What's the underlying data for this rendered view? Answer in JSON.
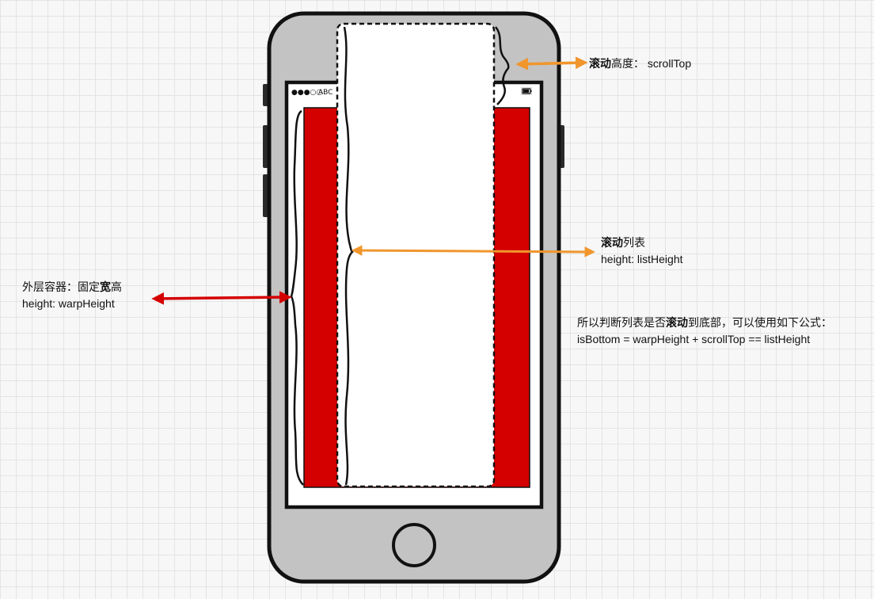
{
  "phone": {
    "status_bar": {
      "signal_text": "●●●○○",
      "carrier": "ABC",
      "battery_icon": "battery-icon"
    },
    "colors": {
      "body": "#c3c3c3",
      "outline": "#111111",
      "wrap_container": "#d40000",
      "list": "#ffffff",
      "arrow_orange": "#f0962d",
      "arrow_red": "#d40000"
    }
  },
  "annotations": {
    "scroll_top": {
      "bold": "滚动",
      "text": "高度： scrollTop"
    },
    "list": {
      "bold": "滚动",
      "text": "列表",
      "line2": "height: listHeight"
    },
    "wrap": {
      "line1_a": "外层容器：固定",
      "line1_b": "宽",
      "line1_c": "高",
      "line2": "height: warpHeight"
    },
    "formula": {
      "line1_a": "所以判断列表是否",
      "line1_b": "滚动",
      "line1_c": "到底部，可以使用如下公式：",
      "line2": "isBottom = warpHeight + scrollTop  == listHeight"
    }
  }
}
